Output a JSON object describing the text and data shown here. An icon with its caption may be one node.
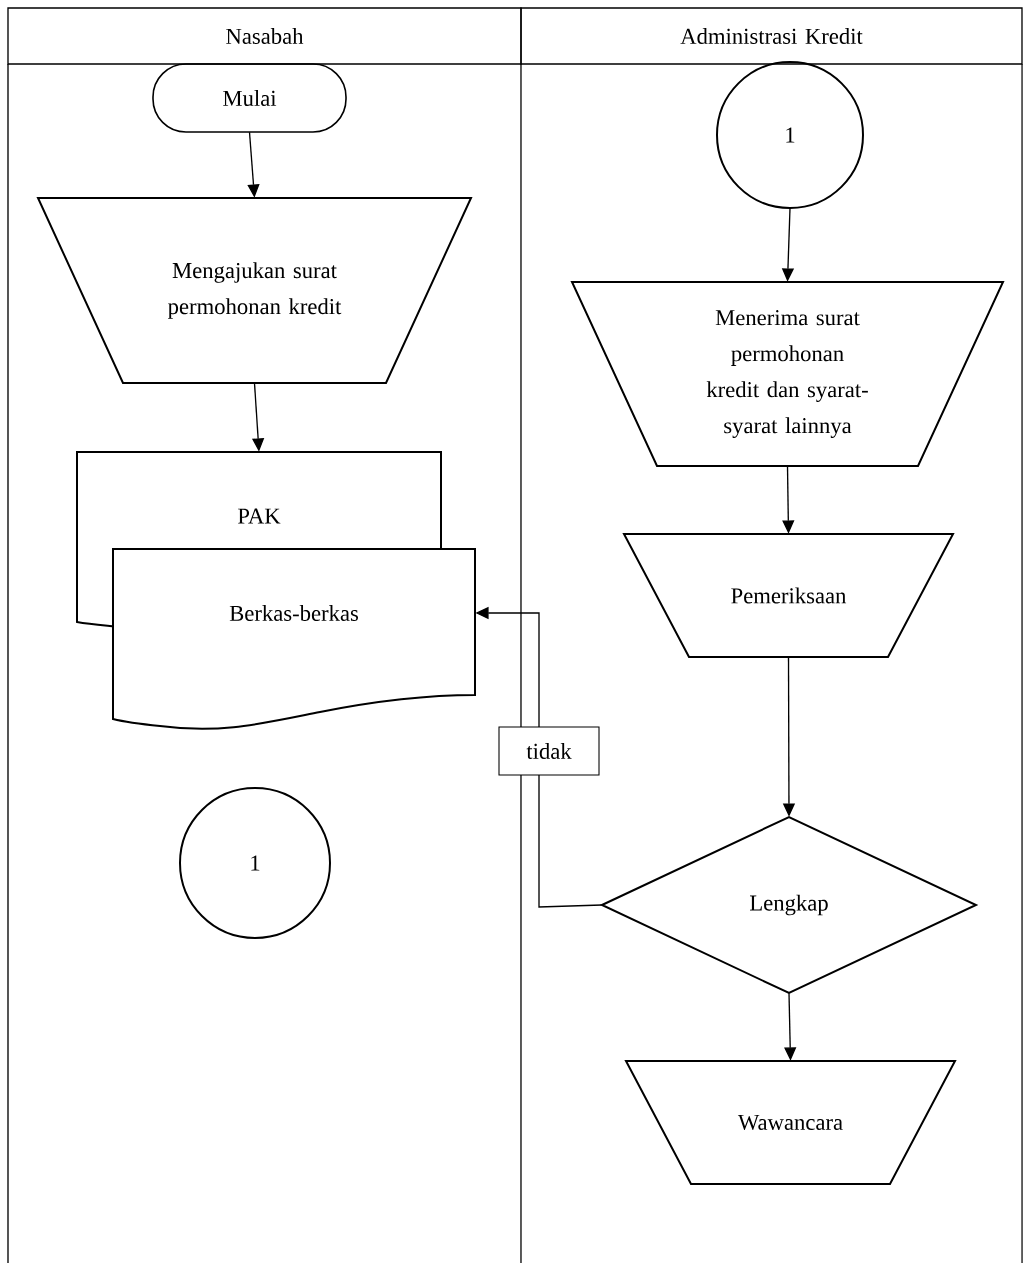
{
  "diagram": {
    "nodes": [
      {
        "text": [
          "Nasabah"
        ]
      },
      {
        "text": [
          "Administrasi Kredit"
        ]
      },
      {
        "text": [
          "Mulai"
        ]
      },
      {
        "text": [
          "Mengajukan surat permohonan kredit"
        ]
      },
      {
        "text": [
          "PAK"
        ]
      },
      {
        "text": [
          "Berkas-berkas"
        ]
      },
      {
        "text": [
          "1"
        ]
      },
      {
        "text": [
          "1"
        ]
      },
      {
        "text": [
          "Menerima surat permohonan kredit dan syarat-syarat lainnya"
        ]
      },
      {
        "text": [
          "Pemeriksaan"
        ]
      },
      {
        "text": [
          "Lengkap"
        ]
      },
      {
        "text": [
          "Wawancara"
        ]
      }
    ],
    "edges": [
      {
        "from": 2,
        "to": 3,
        "arrow": "to"
      },
      {
        "from": 3,
        "to": 4,
        "arrow": "to"
      },
      {
        "from": 7,
        "to": 8,
        "arrow": "to"
      },
      {
        "from": 8,
        "to": 9,
        "arrow": "to"
      },
      {
        "from": 9,
        "to": 10,
        "arrow": "to"
      },
      {
        "from": 10,
        "to": 5,
        "arrow": "to",
        "label": "tidak"
      },
      {
        "from": 10,
        "to": 11,
        "arrow": "to"
      }
    ]
  }
}
